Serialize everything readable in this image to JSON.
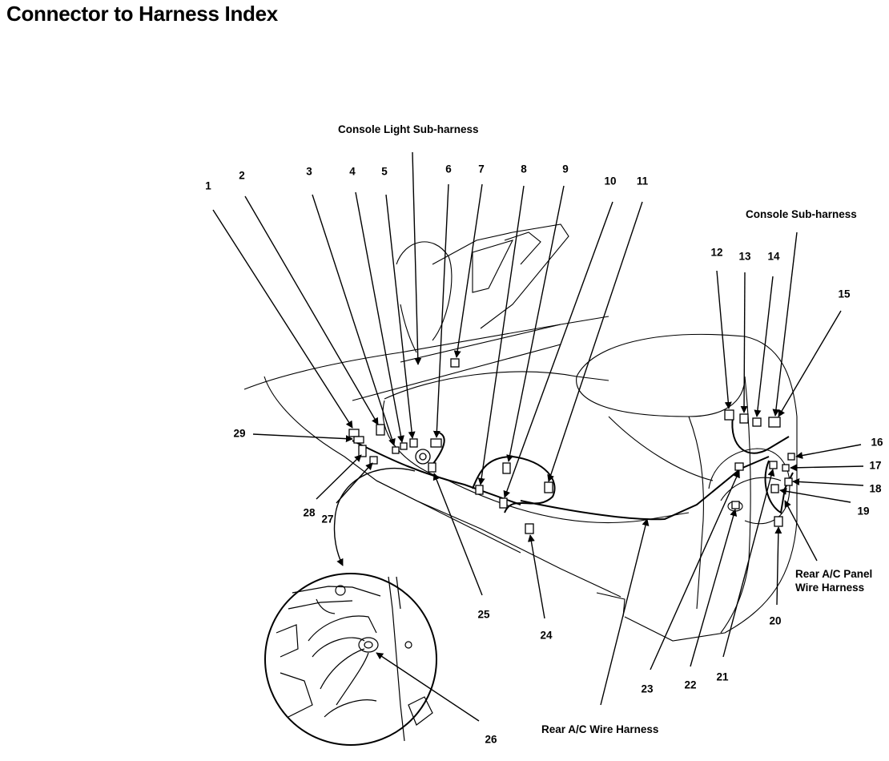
{
  "title": "Connector to Harness Index",
  "harness_labels": {
    "console_light": "Console Light Sub-harness",
    "console_sub": "Console Sub-harness",
    "rear_ac_panel_line1": "Rear A/C Panel",
    "rear_ac_panel_line2": "Wire Harness",
    "rear_ac_wire": "Rear A/C Wire Harness"
  },
  "callouts": [
    "1",
    "2",
    "3",
    "4",
    "5",
    "6",
    "7",
    "8",
    "9",
    "10",
    "11",
    "12",
    "13",
    "14",
    "15",
    "16",
    "17",
    "18",
    "19",
    "20",
    "21",
    "22",
    "23",
    "24",
    "25",
    "26",
    "27",
    "28",
    "29"
  ]
}
